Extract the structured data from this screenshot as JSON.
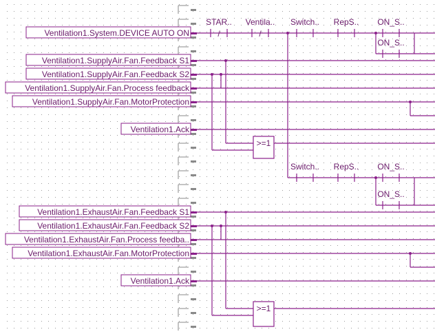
{
  "colors": {
    "wire": "#8a1f8a",
    "label_border": "#8a1f8a",
    "text": "#6a1a6a",
    "pin": "#8a8a8a",
    "grid_dot": "#9a9a9a",
    "background": "#ffffff"
  },
  "input_labels": [
    "Ventilation1.System.DEVICE_AUTO_ON",
    "Ventilation1.SupplyAir.Fan.Feedback_S1",
    "Ventilation1.SupplyAir.Fan.Feedback_S2",
    "Ventilation1.SupplyAir.Fan.Process_feedback",
    "Ventilation1.SupplyAir.Fan.MotorProtection",
    "Ventilation1.Ack",
    "Ventilation1.ExhaustAir.Fan.Feedback_S1",
    "Ventilation1.ExhaustAir.Fan.Feedback_S2",
    "Ventilation1.ExhaustAir.Fan.Process_feedba..",
    "Ventilation1.ExhaustAir.Fan.MotorProtection",
    "Ventilation1.Ack"
  ],
  "contact_labels": [
    "STAR..",
    "Ventila..",
    "Switch..",
    "RepS..",
    "ON_S..",
    "ON_S..",
    "Switch..",
    "RepS..",
    "ON_S..",
    "ON_S.."
  ],
  "ge_blocks": [
    ">=1",
    ">=1"
  ]
}
